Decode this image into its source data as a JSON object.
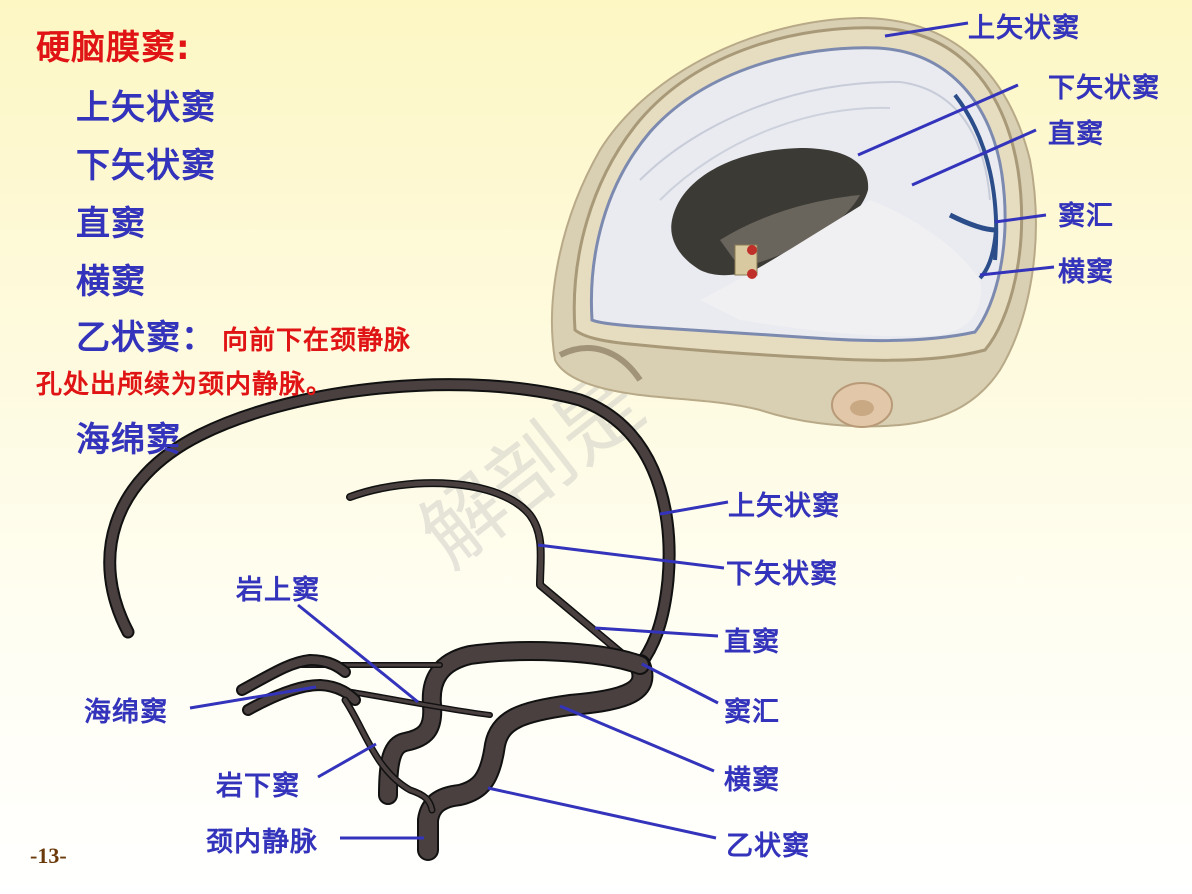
{
  "slide": {
    "heading": "硬脑膜窦:",
    "list": [
      {
        "label": "上矢状窦"
      },
      {
        "label": "下矢状窦"
      },
      {
        "label": "直窦"
      },
      {
        "label": "横窦"
      },
      {
        "label": "乙状窦：",
        "note": "向前下在颈静脉"
      },
      {
        "label": "海绵窦"
      }
    ],
    "note_continuation": "孔处出颅续为颈内静脉。",
    "page_number": "-13-",
    "watermark": "解剖是"
  },
  "photo_labels": {
    "superior_sagittal": "上矢状窦",
    "inferior_sagittal": "下矢状窦",
    "straight": "直窦",
    "confluence": "窦汇",
    "transverse": "横窦"
  },
  "schematic_labels": {
    "superior_sagittal": "上矢状窦",
    "inferior_sagittal": "下矢状窦",
    "straight": "直窦",
    "confluence": "窦汇",
    "transverse": "横窦",
    "sigmoid": "乙状窦",
    "superior_petrosal": "岩上窦",
    "cavernous": "海绵窦",
    "inferior_petrosal": "岩下窦",
    "internal_jugular": "颈内静脉"
  },
  "colors": {
    "heading_red": "#e01414",
    "label_blue": "#3333bb",
    "sinus_fill": "#4a4040",
    "leader_line": "#3333bb",
    "page_number": "#6b3a0a"
  }
}
